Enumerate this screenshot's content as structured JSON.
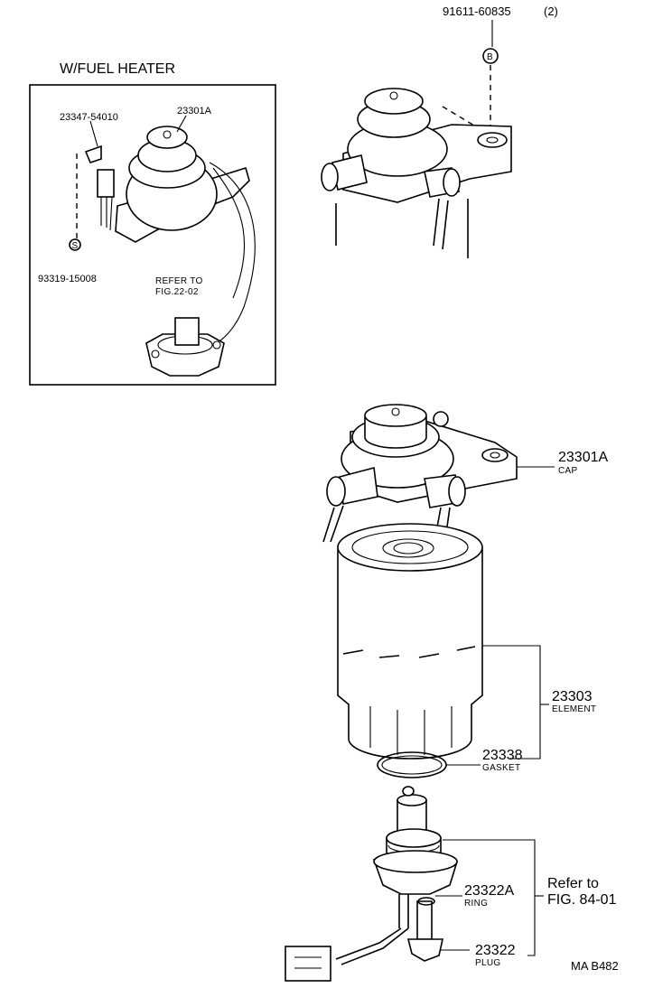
{
  "inset": {
    "title": "W/FUEL HEATER",
    "part_bracket": "23347-54010",
    "part_cap": "23301A",
    "part_screw": "93319-15008",
    "refer_line1": "REFER TO",
    "refer_line2": "FIG.22-02"
  },
  "top": {
    "part_bolt": "91611-60835",
    "bolt_qty": "(2)",
    "marker_b": "B",
    "marker_s": "S"
  },
  "parts": [
    {
      "number": "23301A",
      "name": "CAP"
    },
    {
      "number": "23303",
      "name": "ELEMENT"
    },
    {
      "number": "23338",
      "name": "GASKET"
    },
    {
      "number": "23322A",
      "name": "RING"
    },
    {
      "number": "23322",
      "name": "PLUG"
    }
  ],
  "refer": {
    "line1": "Refer to",
    "line2": "FIG. 84-01"
  },
  "code": "MA  B482"
}
